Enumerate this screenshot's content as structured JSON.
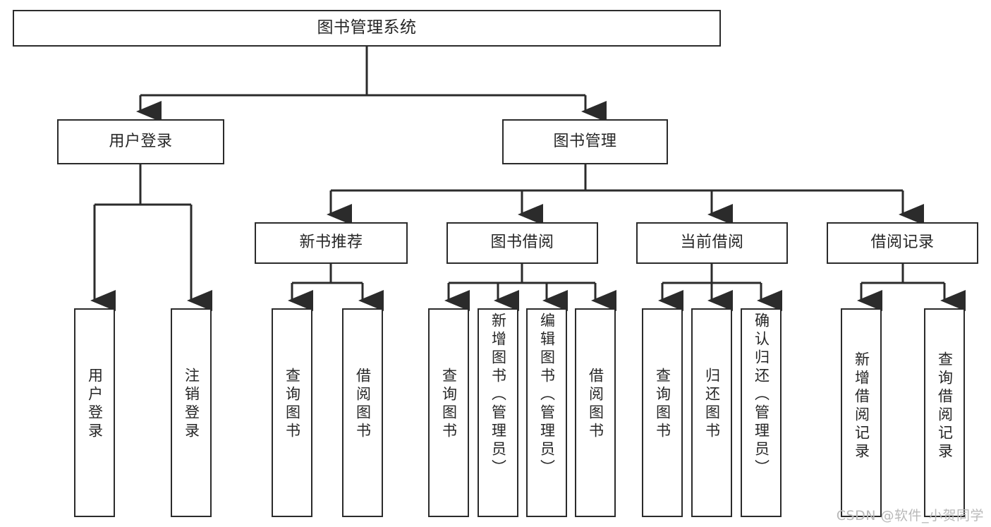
{
  "diagram": {
    "title": "图书管理系统",
    "type": "tree-hierarchy",
    "root": {
      "label": "图书管理系统"
    },
    "level2": [
      {
        "label": "用户登录"
      },
      {
        "label": "图书管理"
      }
    ],
    "level3": [
      {
        "label": "新书推荐"
      },
      {
        "label": "图书借阅"
      },
      {
        "label": "当前借阅"
      },
      {
        "label": "借阅记录"
      }
    ],
    "leaves": {
      "user_login": [
        {
          "label": "用户登录"
        },
        {
          "label": "注销登录"
        }
      ],
      "new_book_recommend": [
        {
          "label": "查询图书"
        },
        {
          "label": "借阅图书"
        }
      ],
      "book_borrow": [
        {
          "label": "查询图书"
        },
        {
          "label": "新增图书（管理员）"
        },
        {
          "label": "编辑图书（管理员）"
        },
        {
          "label": "借阅图书"
        }
      ],
      "current_borrow": [
        {
          "label": "查询图书"
        },
        {
          "label": "归还图书"
        },
        {
          "label": "确认归还（管理员）"
        }
      ],
      "borrow_record": [
        {
          "label": "新增借阅记录"
        },
        {
          "label": "查询借阅记录"
        }
      ]
    }
  },
  "watermark": {
    "text": "CSDN @软件_小贺同学"
  },
  "colors": {
    "stroke": "#2b2b2b",
    "text": "#262626",
    "background": "#ffffff",
    "watermark": "#b9b9b9"
  }
}
